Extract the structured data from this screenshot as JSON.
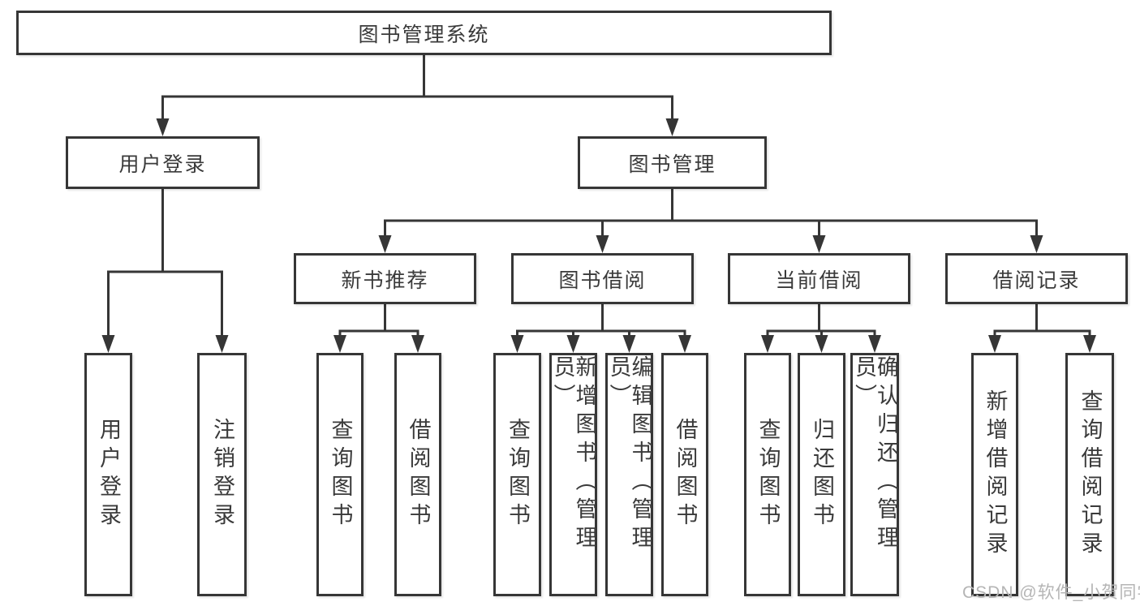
{
  "page": {
    "background": "#ffffff"
  },
  "colors": {
    "line": "#363636",
    "box_border": "#363636",
    "box_background": "#ffffff",
    "text": "#3a3a3a",
    "watermark": "#b5b5b5"
  },
  "watermark": {
    "text": "CSDN @软件_小贺同学"
  },
  "diagram": {
    "type": "tree",
    "title": "图书管理系统",
    "nodes": [
      {
        "id": "library-management-system",
        "label": "图书管理系统",
        "parent": null
      },
      {
        "id": "user-login",
        "label": "用户登录",
        "parent": "library-management-system"
      },
      {
        "id": "book-management",
        "label": "图书管理",
        "parent": "library-management-system"
      },
      {
        "id": "login",
        "label": "用户登录",
        "parent": "user-login"
      },
      {
        "id": "logout",
        "label": "注销登录",
        "parent": "user-login"
      },
      {
        "id": "new-book-recommendation",
        "label": "新书推荐",
        "parent": "book-management"
      },
      {
        "id": "book-borrowing",
        "label": "图书借阅",
        "parent": "book-management"
      },
      {
        "id": "current-borrowing",
        "label": "当前借阅",
        "parent": "book-management"
      },
      {
        "id": "borrowing-records",
        "label": "借阅记录",
        "parent": "book-management"
      },
      {
        "id": "nbr-query-books",
        "label": "查询图书",
        "parent": "new-book-recommendation"
      },
      {
        "id": "nbr-borrow-books",
        "label": "借阅图书",
        "parent": "new-book-recommendation"
      },
      {
        "id": "bb-query-books",
        "label": "查询图书",
        "parent": "book-borrowing"
      },
      {
        "id": "bb-add-books-admin",
        "label": "新增图书（管理员）",
        "parent": "book-borrowing"
      },
      {
        "id": "bb-edit-books-admin",
        "label": "编辑图书（管理员）",
        "parent": "book-borrowing"
      },
      {
        "id": "bb-borrow-books",
        "label": "借阅图书",
        "parent": "book-borrowing"
      },
      {
        "id": "cb-query-books",
        "label": "查询图书",
        "parent": "current-borrowing"
      },
      {
        "id": "cb-return-books",
        "label": "归还图书",
        "parent": "current-borrowing"
      },
      {
        "id": "cb-confirm-return-admin",
        "label": "确认归还（管理员）",
        "parent": "current-borrowing"
      },
      {
        "id": "br-add-record",
        "label": "新增借阅记录",
        "parent": "borrowing-records"
      },
      {
        "id": "br-query-record",
        "label": "查询借阅记录",
        "parent": "borrowing-records"
      }
    ]
  }
}
